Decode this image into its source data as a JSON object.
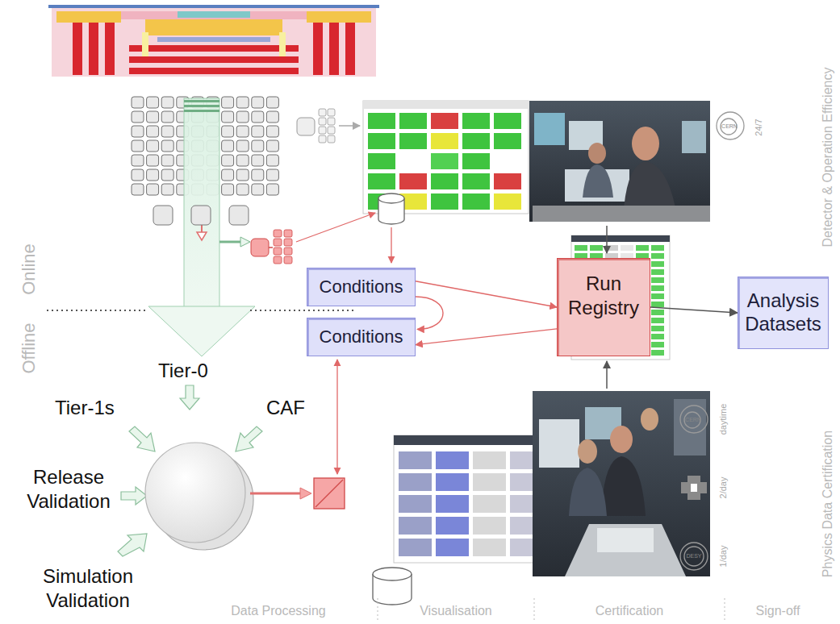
{
  "diagram": {
    "nodes": [
      {
        "text": [
          "Conditions"
        ]
      },
      {
        "text": [
          "Conditions"
        ]
      },
      {
        "text": [
          "Run Registry"
        ]
      },
      {
        "text": [
          "Analysis Datasets"
        ]
      }
    ],
    "edges": [
      {
        "from": 0,
        "to": 2,
        "arrow": "to"
      },
      {
        "from": 0,
        "to": 1,
        "arrow": "to"
      },
      {
        "from": 2,
        "to": 1,
        "arrow": "to"
      },
      {
        "from": 2,
        "to": 3,
        "arrow": "to"
      }
    ],
    "labels": [
      "Online",
      "Offline",
      "Tier-0",
      "Tier-1s",
      "CAF",
      "Release Validation",
      "Simulation Validation",
      "Data Processing",
      "Visualisation",
      "Certification",
      "Sign-off",
      "Detector & Operation Efficiency",
      "Physics Data Certification",
      "CERN",
      "24/7",
      "CERN",
      "daytime",
      "2/day",
      "DESY",
      "1/day"
    ]
  }
}
